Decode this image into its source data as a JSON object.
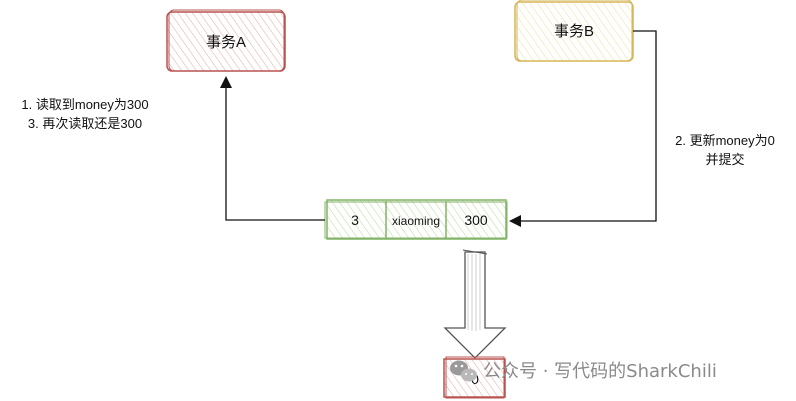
{
  "diagram": {
    "txn_a": {
      "label": "事务A",
      "fill": "#f6d6d4",
      "stroke": "#b85450"
    },
    "txn_b": {
      "label": "事务B",
      "fill": "#fdf4d2",
      "stroke": "#d6b656"
    },
    "row": {
      "cells": [
        "3",
        "xiaoming",
        "300"
      ],
      "fill": "#e1f0d6",
      "stroke": "#82b366"
    },
    "note_a": {
      "line1": "1. 读取到money为300",
      "line2": "3. 再次读取还是300"
    },
    "note_b": {
      "line1": "2. 更新money为0",
      "line2": "并提交"
    },
    "result": {
      "value": "0",
      "fill": "#f6d6d4",
      "stroke": "#b85450"
    },
    "watermark": "公众号 · 写代码的SharkChili"
  }
}
